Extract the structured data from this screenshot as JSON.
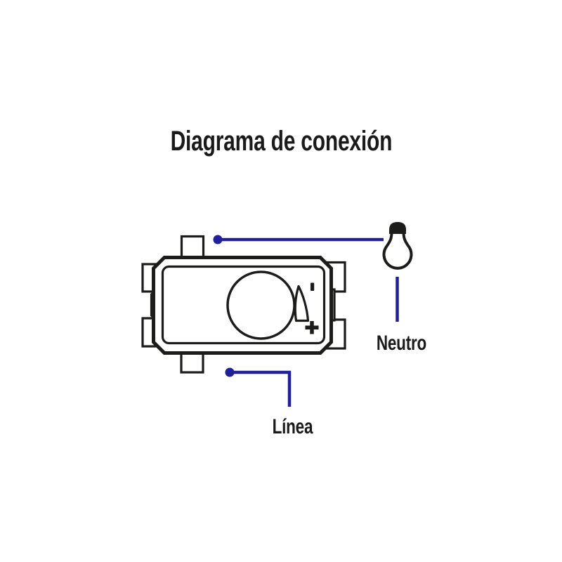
{
  "title": "Diagrama de conexión",
  "labels": {
    "neutral": "Neutro",
    "line": "Línea"
  },
  "dimmer_markings": {
    "min": "-",
    "max": "+"
  },
  "icons": {
    "bulb": "light-bulb-icon",
    "knob": "dimmer-knob-icon",
    "intensity_wedge": "intensity-wedge-icon",
    "wire_dot": "wire-junction-dot"
  },
  "colors": {
    "wire_blue": "#20209a",
    "outline_black": "#1c1c1a",
    "text_black": "#1a1a1a",
    "background": "#ffffff"
  }
}
